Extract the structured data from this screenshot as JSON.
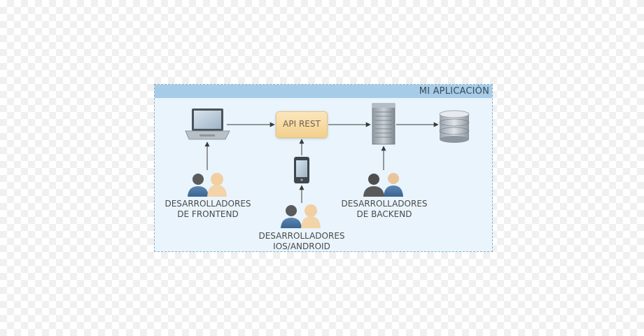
{
  "diagram": {
    "title": "MI APLICACIÓN",
    "api_label": "API REST",
    "nodes": {
      "laptop": "laptop-icon",
      "phone": "smartphone-icon",
      "server": "server-icon",
      "database": "database-icon"
    },
    "groups": {
      "frontend": {
        "line1": "DESARROLLADORES",
        "line2": "DE FRONTEND"
      },
      "mobile": {
        "line1": "DESARROLLADORES",
        "line2": "IOS/ANDROID"
      },
      "backend": {
        "line1": "DESARROLLADORES",
        "line2": "DE BACKEND"
      }
    },
    "colors": {
      "panel_bg": "#e9f4fc",
      "header_bg": "#a6cce8",
      "api_bg": "#f3d08c",
      "arrow": "#3a3a3a"
    }
  }
}
